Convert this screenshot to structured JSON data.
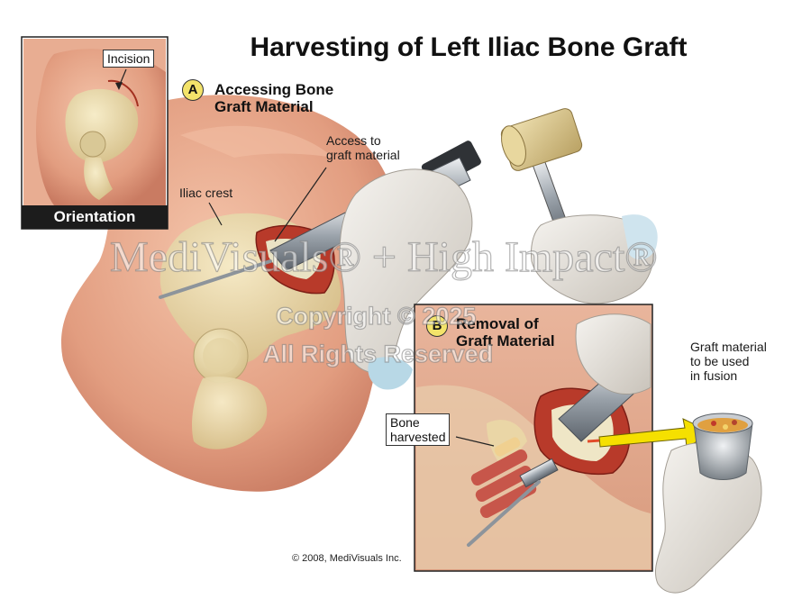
{
  "title": "Harvesting of Left Iliac Bone Graft",
  "orientation": {
    "label": "Orientation",
    "incision_label": "Incision"
  },
  "panel_a": {
    "letter": "A",
    "title_line1": "Accessing Bone",
    "title_line2": "Graft Material",
    "access_line1": "Access to",
    "access_line2": "graft material",
    "iliac_crest": "Iliac crest"
  },
  "panel_b": {
    "letter": "B",
    "title_line1": "Removal of",
    "title_line2": "Graft Material",
    "bone_line1": "Bone",
    "bone_line2": "harvested"
  },
  "graft_use": {
    "line1": "Graft material",
    "line2": "to be used",
    "line3": "in fusion"
  },
  "watermark": {
    "brand": "MediVisuals® + High Impact®",
    "copyright": "Copyright © 2025",
    "rights": "All Rights Reserved"
  },
  "credit": "© 2008, MediVisuals Inc.",
  "colors": {
    "skin": "#e8a68a",
    "bone": "#eddcae",
    "wound": "#b83a2a",
    "glove": "#e8e4de",
    "mallet": "#d9c58a",
    "arrow": "#f5e000"
  }
}
